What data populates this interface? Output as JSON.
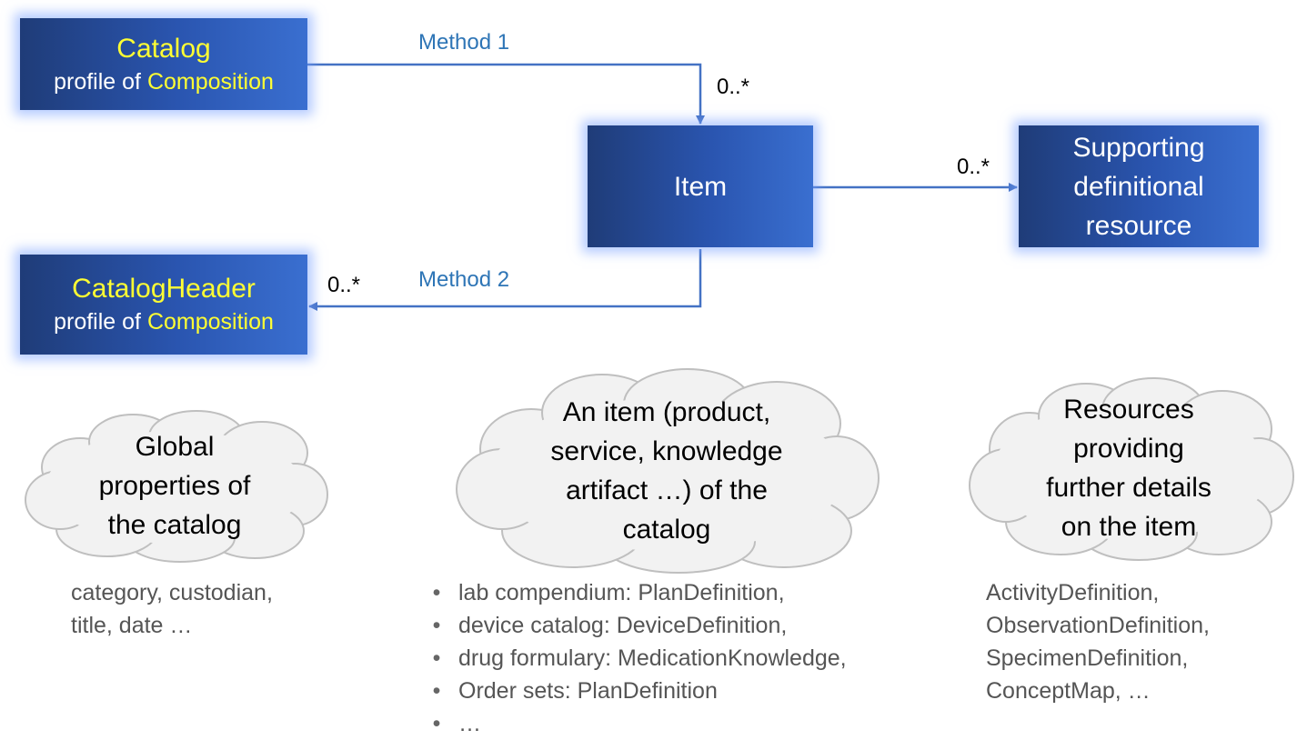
{
  "nodes": {
    "catalog": {
      "title": "Catalog",
      "sub_prefix": "profile of ",
      "sub_hl": "Composition"
    },
    "catalog_header": {
      "title": "CatalogHeader",
      "sub_prefix": "profile of ",
      "sub_hl": "Composition"
    },
    "item": {
      "label": "Item"
    },
    "supporting": {
      "lines": [
        "Supporting",
        "definitional",
        "resource"
      ]
    }
  },
  "edges": {
    "method1": {
      "label": "Method 1",
      "mult": "0..*"
    },
    "method2": {
      "label": "Method 2",
      "mult": "0..*"
    },
    "supporting": {
      "mult": "0..*"
    }
  },
  "clouds": {
    "global": {
      "lines": [
        "Global",
        "properties of",
        "the catalog"
      ]
    },
    "item": {
      "lines": [
        "An item (product,",
        "service, knowledge",
        "artifact …) of the",
        "catalog"
      ]
    },
    "resources": {
      "lines": [
        "Resources",
        "providing",
        "further details",
        "on the item"
      ]
    }
  },
  "lists": {
    "global": [
      "category, custodian,",
      "title, date …"
    ],
    "item": [
      "lab compendium: PlanDefinition,",
      "device catalog: DeviceDefinition,",
      "drug formulary: MedicationKnowledge,",
      "Order sets: PlanDefinition",
      "…"
    ],
    "resources": [
      "ActivityDefinition,",
      "ObservationDefinition,",
      "SpecimenDefinition,",
      "ConceptMap, …"
    ]
  },
  "colors": {
    "node_gradient_start": "#1f3c78",
    "node_gradient_end": "#3a6fd0",
    "highlight_text": "#ffff33",
    "connector": "#4472c4",
    "method_label": "#2e75b6",
    "cloud_fill": "#f2f2f2",
    "cloud_stroke": "#bfbfbf"
  }
}
